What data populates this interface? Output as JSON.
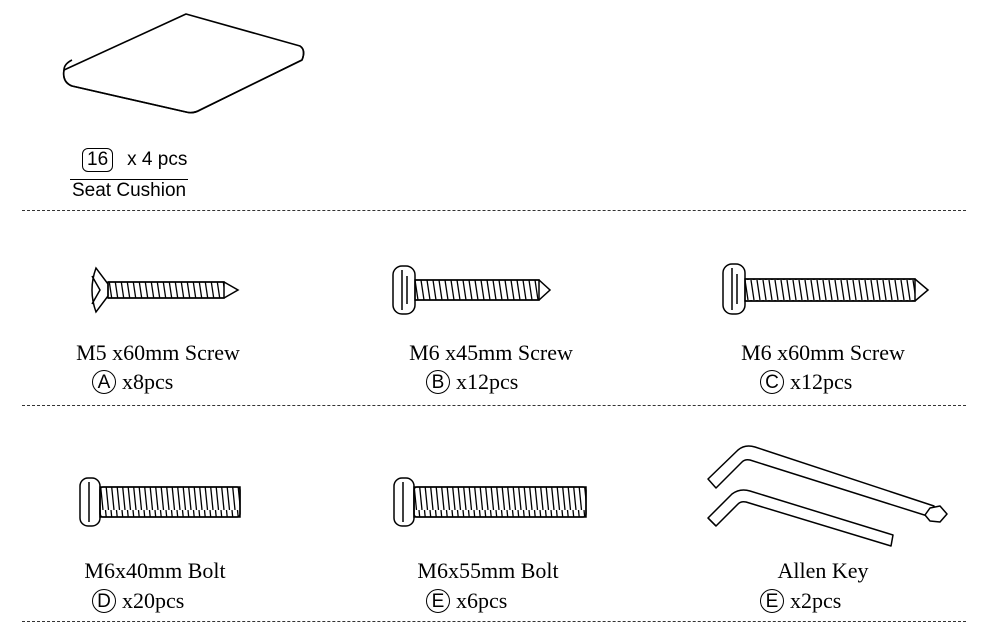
{
  "cushion": {
    "part_number": "16",
    "quantity": "x 4 pcs",
    "name": "Seat Cushion"
  },
  "hardware": [
    {
      "name": "M5 x60mm Screw",
      "letter": "A",
      "qty": "x8pcs",
      "icon": "flat-head-screw-icon"
    },
    {
      "name": "M6 x45mm Screw",
      "letter": "B",
      "qty": "x12pcs",
      "icon": "pan-head-screw-short-icon"
    },
    {
      "name": "M6 x60mm Screw",
      "letter": "C",
      "qty": "x12pcs",
      "icon": "pan-head-screw-long-icon"
    },
    {
      "name": "M6x40mm Bolt",
      "letter": "D",
      "qty": "x20pcs",
      "icon": "bolt-short-icon"
    },
    {
      "name": "M6x55mm Bolt",
      "letter": "E",
      "qty": "x6pcs",
      "icon": "bolt-long-icon"
    },
    {
      "name": "Allen Key",
      "letter": "E",
      "qty": "x2pcs",
      "icon": "allen-key-icon"
    }
  ]
}
